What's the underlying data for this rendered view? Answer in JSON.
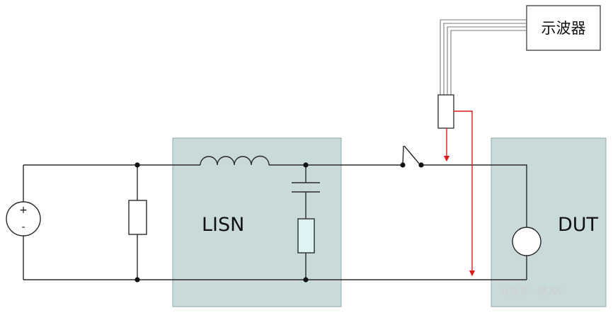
{
  "labels": {
    "lisn": "LISN",
    "dut": "DUT",
    "oscilloscope": "示波器",
    "source_plus": "+",
    "source_minus": "-"
  },
  "watermark": "公众号 · 姚XX",
  "colors": {
    "wire": "#2b2b2b",
    "box_fill": "#c9dadb",
    "box_stroke": "#8fa9ab",
    "resistor_fill": "#dff2f4",
    "probe_lead": "#e01b1b",
    "probe_cable": "#7a7a7a"
  }
}
